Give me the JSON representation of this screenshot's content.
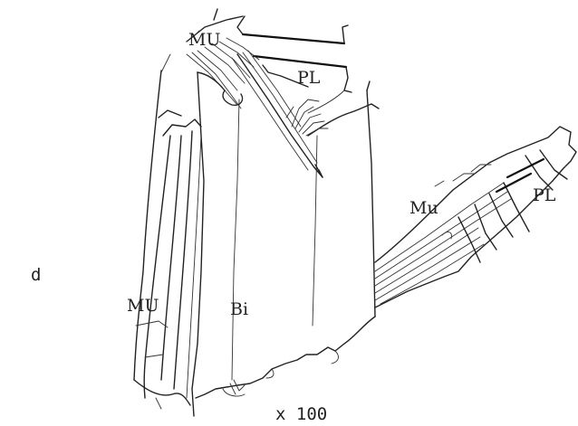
{
  "figure": {
    "panel_letter": "d",
    "scale": "x 100",
    "labels": {
      "mu_top": "MU",
      "pl_top": "PL",
      "mu_left": "MU",
      "bi": "Bi",
      "mu_right": "Mu",
      "pl_right": "PL"
    }
  }
}
